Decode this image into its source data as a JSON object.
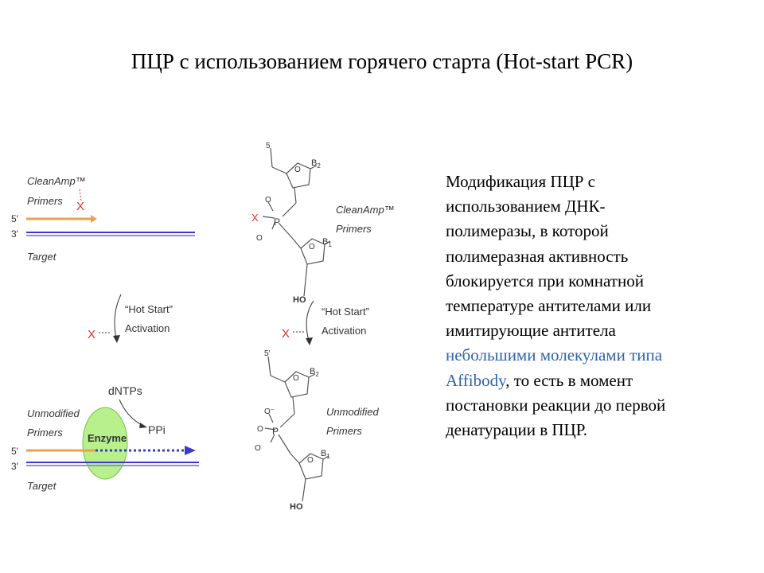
{
  "slide": {
    "title": "ПЦР с использованием горячего старта (Hot-start PCR)",
    "description": {
      "lines": [
        "Модификация ПЦР с",
        "использованием ДНК-",
        "полимеразы, в которой",
        "полимеразная активность",
        "блокируется при комнатной",
        "температуре антителами или",
        "имитирующие антитела"
      ],
      "link_line_1": "небольшими молекулами типа",
      "link_word": "Affibody",
      "after_link": ",  то есть в момент",
      "tail_lines": [
        "постановки реакции до первой",
        "денатурации в ПЦР."
      ]
    }
  },
  "left_diagram": {
    "top_primers_label_1": "CleanAmp™",
    "top_primers_label_2": "Primers",
    "five_prime": "5′",
    "three_prime": "3′",
    "target_label": "Target",
    "block_mark": "X",
    "hot_start_label": "“Hot Start”",
    "activation_label": "Activation",
    "dntps_label": "dNTPs",
    "unmodified_label_1": "Unmodified",
    "unmodified_label_2": "Primers",
    "enzyme_label": "Enzyme",
    "ppi_label": "PPi",
    "bottom_target_label": "Target"
  },
  "right_diagram": {
    "top_5prime": "5",
    "base_b2": "B",
    "base_b2_sub": "2",
    "base_b1": "B",
    "base_b1_sub": "1",
    "ring_o": "O",
    "x_mark": "X",
    "phos_o": "O",
    "phos_p": "P",
    "ho_label": "HO",
    "clean_label_1": "CleanAmp™",
    "clean_label_2": "Primers",
    "hot_start_label": "“Hot Start”",
    "activation_label": "Activation",
    "block_mark": "X",
    "bottom_5prime": "5′",
    "o_minus": "O⁻",
    "unmod_label_1": "Unmodified",
    "unmod_label_2": "Primers"
  },
  "colors": {
    "orange": "#f0a04b",
    "blue": "#3a3ad0",
    "red": "#e03030",
    "enzyme_fill": "#b8f08c",
    "link": "#2e63a8"
  }
}
